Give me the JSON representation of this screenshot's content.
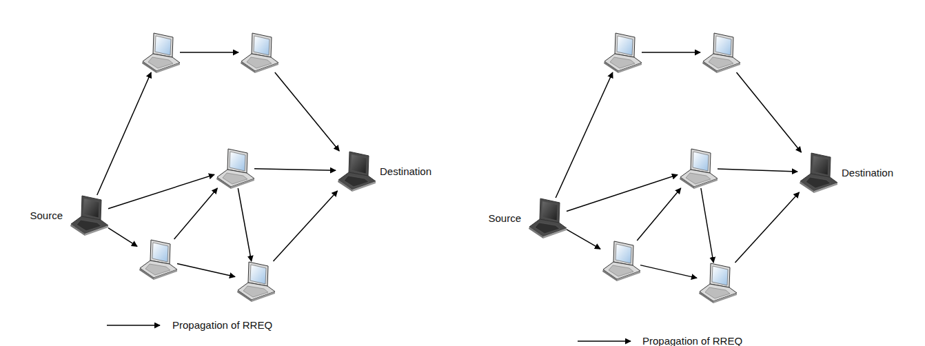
{
  "diagram": {
    "nodes": [
      {
        "text": [
          "Source"
        ]
      },
      {
        "text": []
      },
      {
        "text": []
      },
      {
        "text": []
      },
      {
        "text": []
      },
      {
        "text": []
      },
      {
        "text": [
          "Destination"
        ]
      },
      {
        "text": [
          "Source"
        ]
      },
      {
        "text": []
      },
      {
        "text": []
      },
      {
        "text": []
      },
      {
        "text": []
      },
      {
        "text": []
      },
      {
        "text": [
          "Destination"
        ]
      }
    ],
    "edges": [
      {
        "from": 0,
        "to": 1,
        "arrow": "to"
      },
      {
        "from": 1,
        "to": 2,
        "arrow": "to"
      },
      {
        "from": 2,
        "to": 6,
        "arrow": "to"
      },
      {
        "from": 0,
        "to": 3,
        "arrow": "to"
      },
      {
        "from": 3,
        "to": 6,
        "arrow": "to"
      },
      {
        "from": 0,
        "to": 4,
        "arrow": "to"
      },
      {
        "from": 4,
        "to": 3,
        "arrow": "to"
      },
      {
        "from": 3,
        "to": 5,
        "arrow": "to"
      },
      {
        "from": 4,
        "to": 5,
        "arrow": "to"
      },
      {
        "from": 5,
        "to": 6,
        "arrow": "to"
      },
      {
        "from": 7,
        "to": 8,
        "arrow": "to"
      },
      {
        "from": 8,
        "to": 9,
        "arrow": "to"
      },
      {
        "from": 9,
        "to": 13,
        "arrow": "to"
      },
      {
        "from": 7,
        "to": 10,
        "arrow": "to"
      },
      {
        "from": 10,
        "to": 13,
        "arrow": "to"
      },
      {
        "from": 7,
        "to": 11,
        "arrow": "to"
      },
      {
        "from": 11,
        "to": 10,
        "arrow": "to"
      },
      {
        "from": 10,
        "to": 12,
        "arrow": "to"
      },
      {
        "from": 11,
        "to": 12,
        "arrow": "to"
      },
      {
        "from": 12,
        "to": 13,
        "arrow": "to"
      }
    ],
    "legend": [
      {
        "text": "Propagation of RREQ"
      },
      {
        "text": "Propagation of RREQ"
      }
    ]
  }
}
